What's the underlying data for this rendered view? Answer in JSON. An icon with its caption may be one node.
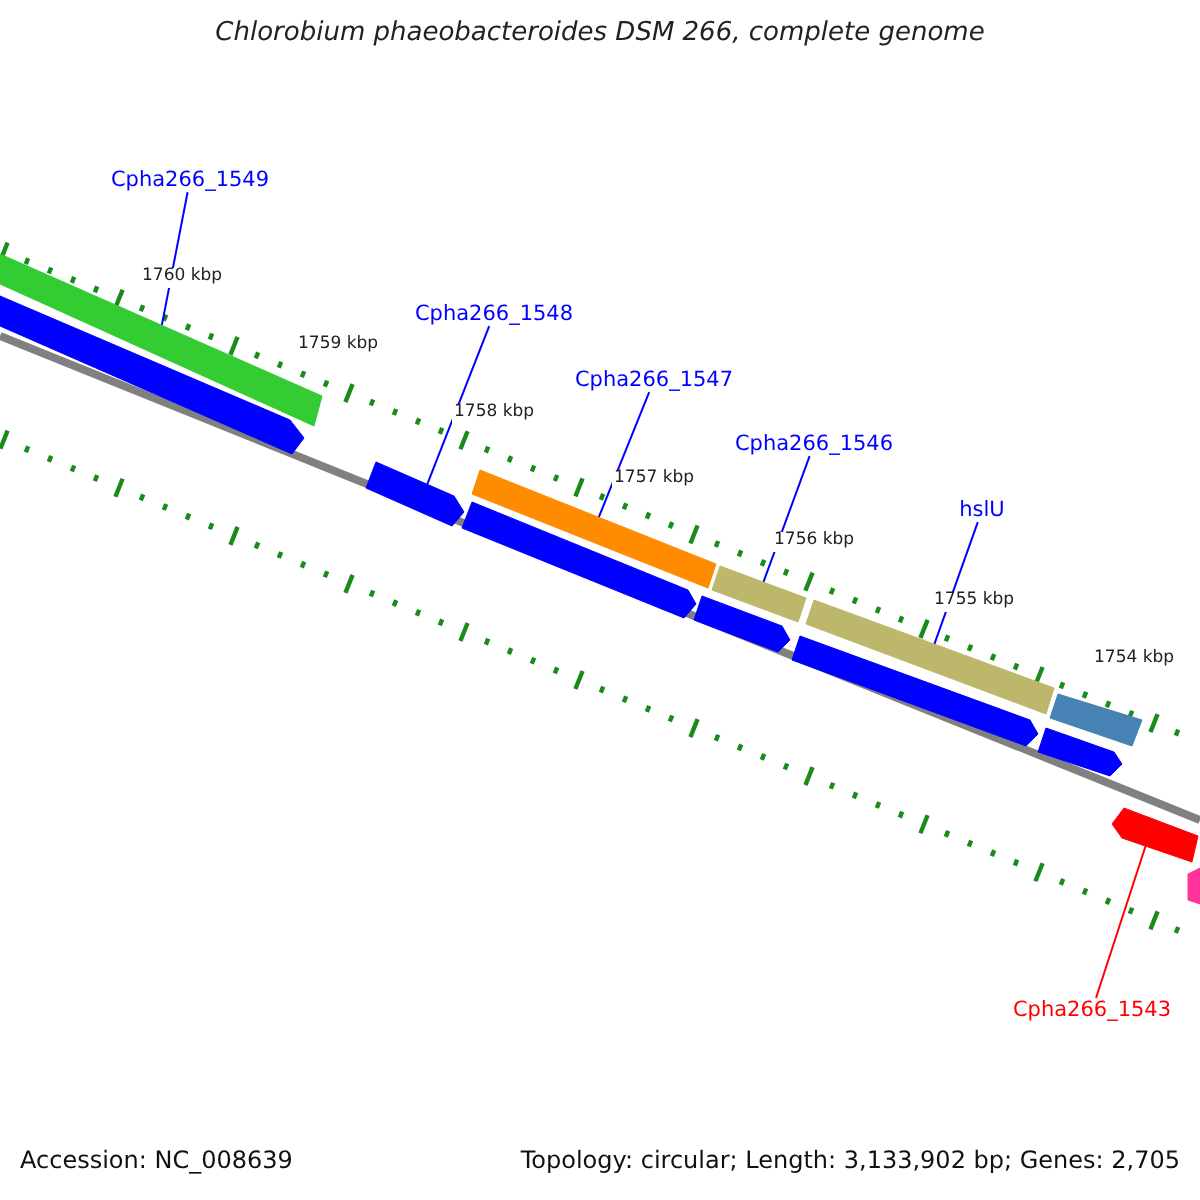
{
  "diagram": {
    "title": "Chlorobium phaeobacteroides DSM 266, complete genome",
    "nodes": [
      {
        "text": [
          "Cpha266_1549"
        ]
      },
      {
        "text": [
          "Cpha266_1548"
        ]
      },
      {
        "text": [
          "Cpha266_1547"
        ]
      },
      {
        "text": [
          "Cpha266_1546"
        ]
      },
      {
        "text": [
          "hslU"
        ]
      },
      {
        "text": [
          "Cpha266_1543"
        ]
      },
      {
        "text": [],
        "shape": "bar"
      },
      {
        "text": [],
        "shape": "bar"
      },
      {
        "text": [],
        "shape": "bar"
      },
      {
        "text": [],
        "shape": "bar"
      },
      {
        "text": [],
        "shape": "bar"
      },
      {
        "text": [],
        "shape": "bar"
      },
      {
        "text": [],
        "shape": "bar"
      },
      {
        "text": [],
        "shape": "bar"
      },
      {
        "text": [],
        "shape": "bar"
      },
      {
        "text": [],
        "shape": "bar"
      },
      {
        "text": [],
        "shape": "bar"
      },
      {
        "text": [],
        "shape": "bar"
      },
      {
        "text": [],
        "shape": "bar"
      }
    ],
    "edges": [
      {
        "from": 0,
        "to": 6,
        "arrow": "none"
      },
      {
        "from": 1,
        "to": 8,
        "arrow": "none"
      },
      {
        "from": 2,
        "to": 9,
        "arrow": "none"
      },
      {
        "from": 3,
        "to": 11,
        "arrow": "none"
      },
      {
        "from": 4,
        "to": 13,
        "arrow": "none"
      },
      {
        "from": 5,
        "to": 17,
        "arrow": "none",
        "color": "#ff0000"
      }
    ],
    "labels": [
      "1760 kbp",
      "1759 kbp",
      "1758 kbp",
      "1757 kbp",
      "1756 kbp",
      "1755 kbp",
      "1754 kbp",
      "Accession: NC_008639",
      "Topology: circular; Length: 3,133,902 bp; Genes: 2,705"
    ]
  }
}
